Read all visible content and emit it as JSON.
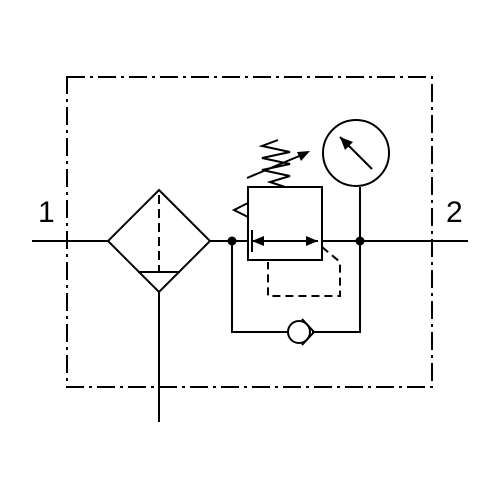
{
  "diagram": {
    "ports": {
      "inlet_label": "1",
      "outlet_label": "2"
    },
    "components": [
      "filter-with-drain",
      "pressure-regulator",
      "pressure-gauge",
      "check-valve"
    ],
    "colors": {
      "stroke": "#000000",
      "background": "#ffffff"
    }
  }
}
